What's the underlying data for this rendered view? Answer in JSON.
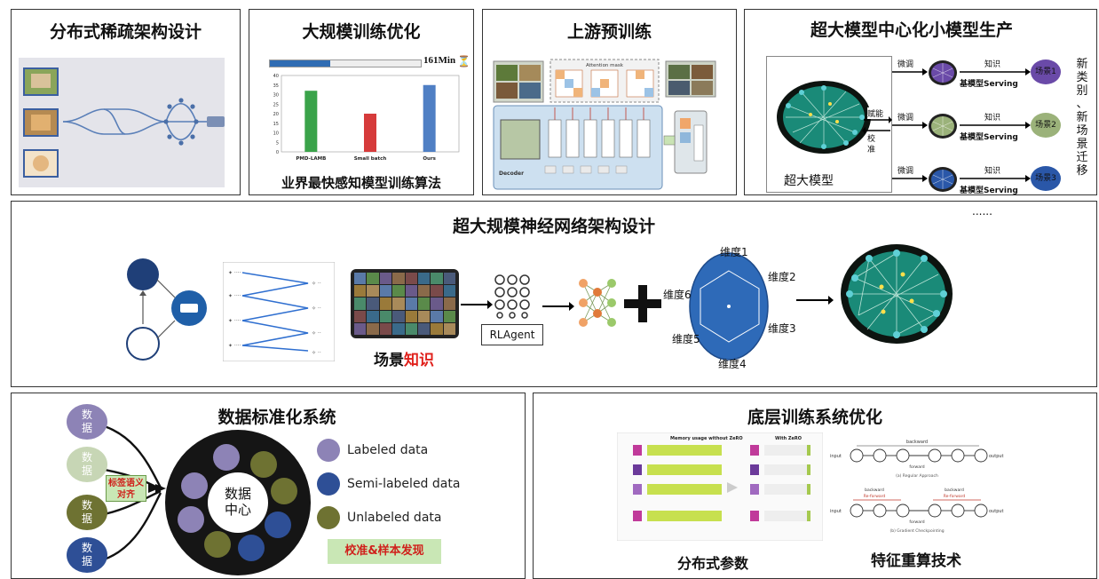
{
  "panels": {
    "sparse": {
      "title": "分布式稀疏架构设计"
    },
    "optim": {
      "title": "大规模训练优化",
      "time_label": "161Min",
      "caption": "业界最快感知模型训练算法",
      "chart_data": {
        "type": "bar",
        "categories": [
          "PMD-LAMB",
          "Small batch",
          "Ours"
        ],
        "values": [
          32,
          20,
          35
        ],
        "colors": [
          "#3aa34a",
          "#d63b3b",
          "#4f7fc4"
        ],
        "ylim": [
          0,
          40
        ],
        "yticks": [
          "0",
          "5",
          "10",
          "15",
          "20",
          "25",
          "30",
          "35",
          "40"
        ]
      }
    },
    "pretrain": {
      "title": "上游预训练",
      "attention_label": "Attention mask",
      "decoder_label": "Decoder"
    },
    "central": {
      "title": "超大模型中心化小模型生产",
      "big_model_label": "超大模型",
      "empower": "赋能",
      "calibrate": "校准",
      "rows": [
        {
          "finetune": "微调",
          "knowledge": "知识",
          "serving": "基模型Serving",
          "scene": "场景1",
          "color": "#6a4aa8"
        },
        {
          "finetune": "微调",
          "knowledge": "知识",
          "serving": "基模型Serving",
          "scene": "场景2",
          "color": "#9bb27a"
        },
        {
          "finetune": "微调",
          "knowledge": "知识",
          "serving": "基模型Serving",
          "scene": "场景3",
          "color": "#2a57a8"
        }
      ],
      "side_text": [
        "新",
        "类",
        "别",
        "、",
        "新",
        "场",
        "景",
        "迁",
        "移"
      ]
    },
    "nas": {
      "title": "超大规模神经网络架构设计",
      "ellipsis": "......",
      "scene_label": "场景",
      "knowledge_label": "知识",
      "rl_label": "RLAgent",
      "dims": [
        "维度1",
        "维度2",
        "维度3",
        "维度4",
        "维度5",
        "维度6"
      ]
    },
    "data": {
      "title": "数据标准化系统",
      "data_word": "数据",
      "align_label": "标签语义对齐",
      "center_label": "数据中心",
      "legend": [
        {
          "label": "Labeled data",
          "color": "#8d83b6"
        },
        {
          "label": "Semi-labeled data",
          "color": "#2e4f96"
        },
        {
          "label": "Unlabeled data",
          "color": "#6e7232"
        }
      ],
      "calib_label": "校准&样本发现"
    },
    "system": {
      "title": "底层训练系统优化",
      "zero_title_a": "Memory usage without ZeRO",
      "zero_title_b": "With ZeRO",
      "caption_left": "分布式参数",
      "caption_right": "特征重算技术",
      "backward": "backward",
      "forward": "forward",
      "reforward": "Re-forward",
      "input": "input",
      "output": "output",
      "regular": "(a) Regular Approach",
      "checkpoint": "(b) Gradient Checkpointing"
    }
  }
}
